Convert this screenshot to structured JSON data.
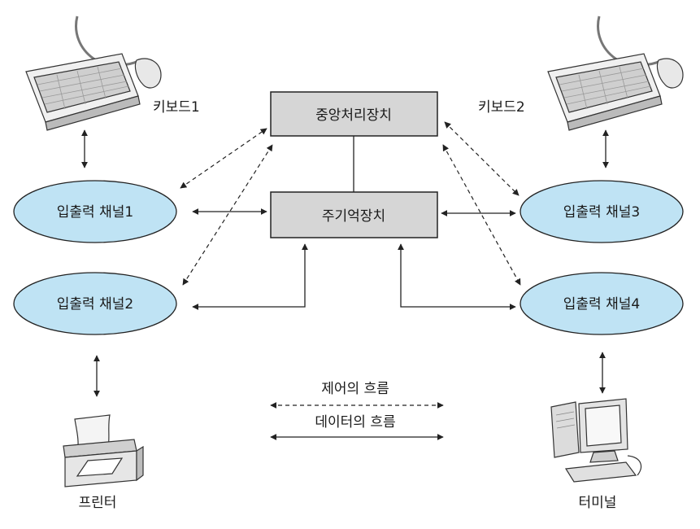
{
  "nodes": {
    "cpu": "중앙처리장치",
    "memory": "주기억장치",
    "channel1": "입출력 채널1",
    "channel2": "입출력 채널2",
    "channel3": "입출력 채널3",
    "channel4": "입출력 채널4"
  },
  "devices": {
    "keyboard1": "키보드1",
    "keyboard2": "키보드2",
    "printer": "프린터",
    "terminal": "터미널"
  },
  "legend": {
    "control_flow": "제어의 흐름",
    "data_flow": "데이터의 흐름"
  },
  "colors": {
    "box_fill": "#d6d6d6",
    "ellipse_fill": "#bfe3f4",
    "stroke": "#222222"
  }
}
